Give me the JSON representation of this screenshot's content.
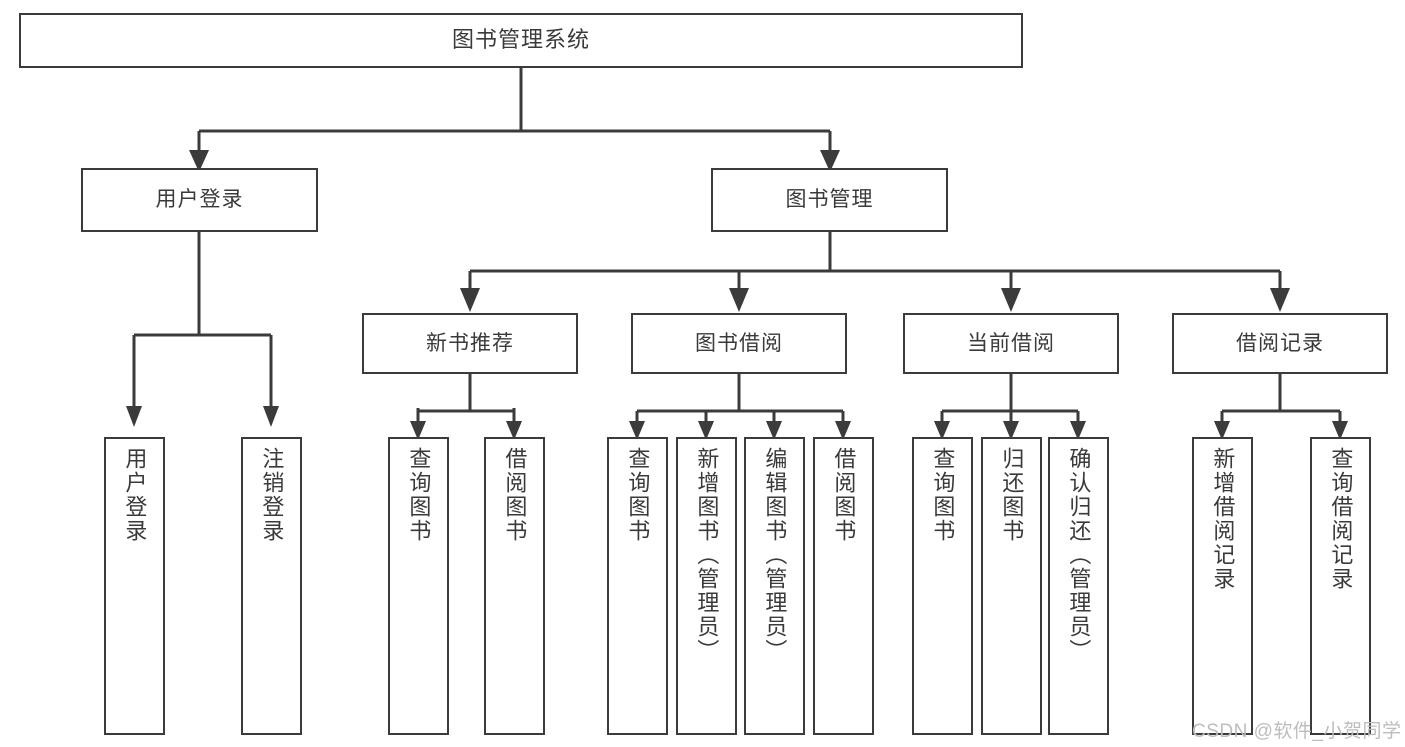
{
  "diagram": {
    "title": "图书管理系统",
    "type": "tree-hierarchy-chart",
    "root": {
      "label": "图书管理系统"
    },
    "level2": [
      {
        "label": "用户登录"
      },
      {
        "label": "图书管理"
      }
    ],
    "level3": [
      {
        "label": "新书推荐"
      },
      {
        "label": "图书借阅"
      },
      {
        "label": "当前借阅"
      },
      {
        "label": "借阅记录"
      }
    ],
    "leaves": [
      {
        "label": "用户登录"
      },
      {
        "label": "注销登录"
      },
      {
        "label": "查询图书"
      },
      {
        "label": "借阅图书"
      },
      {
        "label": "查询图书"
      },
      {
        "label": "新增图书（管理员）"
      },
      {
        "label": "编辑图书（管理员）"
      },
      {
        "label": "借阅图书"
      },
      {
        "label": "查询图书"
      },
      {
        "label": "归还图书"
      },
      {
        "label": "确认归还（管理员）"
      },
      {
        "label": "新增借阅记录"
      },
      {
        "label": "查询借阅记录"
      }
    ]
  },
  "watermark": {
    "text": "CSDN @软件_小贺同学"
  },
  "colors": {
    "stroke": "#3b3b3b",
    "text": "#3a3a3a",
    "background": "#ffffff",
    "watermark": "#bdbdbd"
  }
}
